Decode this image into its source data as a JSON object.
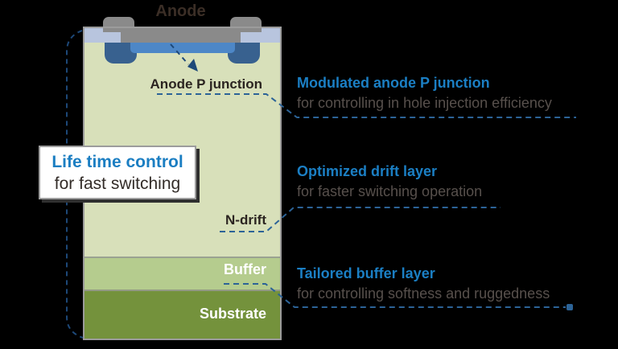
{
  "device": {
    "anode_label": "Anode",
    "anode_p_junction_label": "Anode P junction",
    "n_drift_label": "N-drift",
    "buffer_label": "Buffer",
    "substrate_label": "Substrate"
  },
  "callout": {
    "title": "Life time control",
    "subtitle": "for fast switching"
  },
  "annotations": [
    {
      "title": "Modulated anode P junction",
      "subtitle": "for controlling in hole injection efficiency"
    },
    {
      "title": "Optimized drift layer",
      "subtitle": "for faster switching operation"
    },
    {
      "title": "Tailored buffer layer",
      "subtitle": "for controlling softness and ruggedness"
    }
  ],
  "colors": {
    "background": "#000000",
    "n_drift_layer": "#d8e0ba",
    "buffer_layer": "#b5cc8e",
    "substrate_layer": "#74923c",
    "oxide_layer": "#b8c5de",
    "p_junction_strip": "#4d87c7",
    "p_well": "#38618f",
    "metal_gray": "#8a8a8a",
    "accent_blue": "#1b7fc4",
    "leader_blue": "#2c6397",
    "subtitle_gray": "#57504c"
  }
}
